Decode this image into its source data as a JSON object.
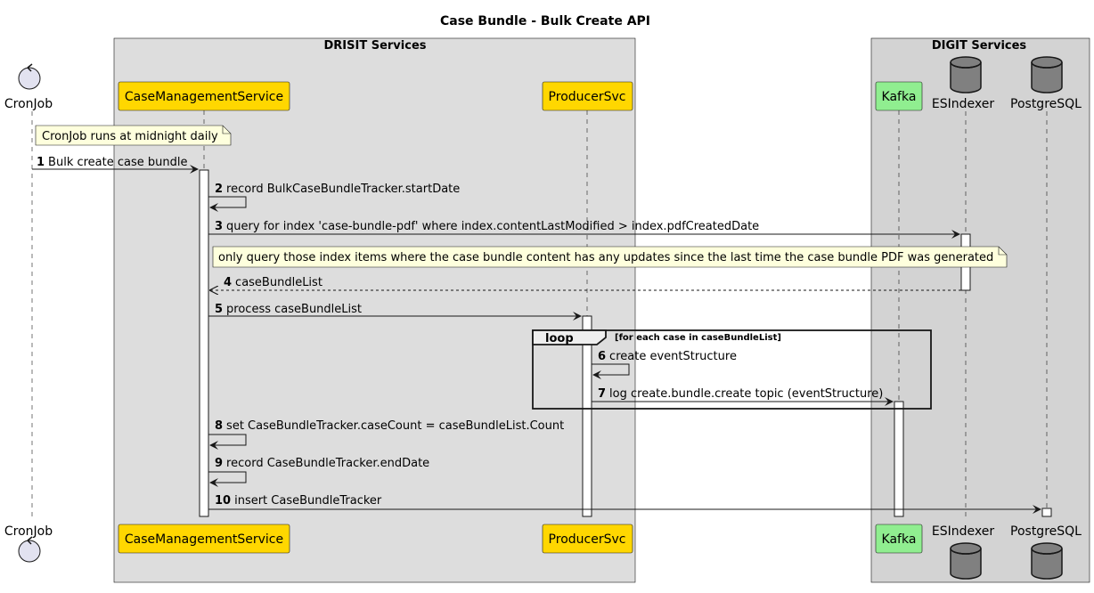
{
  "diagram": {
    "title": "Case Bundle - Bulk Create API",
    "boxes": {
      "drisit": "DRISIT Services",
      "digit": "DIGIT Services"
    },
    "participants": {
      "cronjob": "CronJob",
      "cms": "CaseManagementService",
      "producer": "ProducerSvc",
      "kafka": "Kafka",
      "esindexer": "ESIndexer",
      "postgres": "PostgreSQL"
    },
    "notes": {
      "cron": "CronJob runs at midnight daily",
      "query": "only query those index items where the case bundle content has any updates since the last time the case bundle PDF was generated"
    },
    "loop": {
      "keyword": "loop",
      "condition": "[for each case in caseBundleList]"
    },
    "messages": [
      {
        "num": "1",
        "text": "Bulk create case bundle"
      },
      {
        "num": "2",
        "text": "record BulkCaseBundleTracker.startDate"
      },
      {
        "num": "3",
        "text": "query for index 'case-bundle-pdf' where index.contentLastModified > index.pdfCreatedDate"
      },
      {
        "num": "4",
        "text": "caseBundleList"
      },
      {
        "num": "5",
        "text": "process caseBundleList"
      },
      {
        "num": "6",
        "text": "create eventStructure"
      },
      {
        "num": "7",
        "text": "log create.bundle.create topic (eventStructure)"
      },
      {
        "num": "8",
        "text": "set CaseBundleTracker.caseCount = caseBundleList.Count"
      },
      {
        "num": "9",
        "text": "record CaseBundleTracker.endDate"
      },
      {
        "num": "10",
        "text": "insert CaseBundleTracker"
      }
    ],
    "colors": {
      "service_box": "#FFD700",
      "kafka_box": "#90EE90",
      "database": "#808080",
      "control": "#E2E2F0",
      "note": "#FEFFDD",
      "drisit_group": "#DDDDDD",
      "digit_group": "#D3D3D3"
    }
  }
}
